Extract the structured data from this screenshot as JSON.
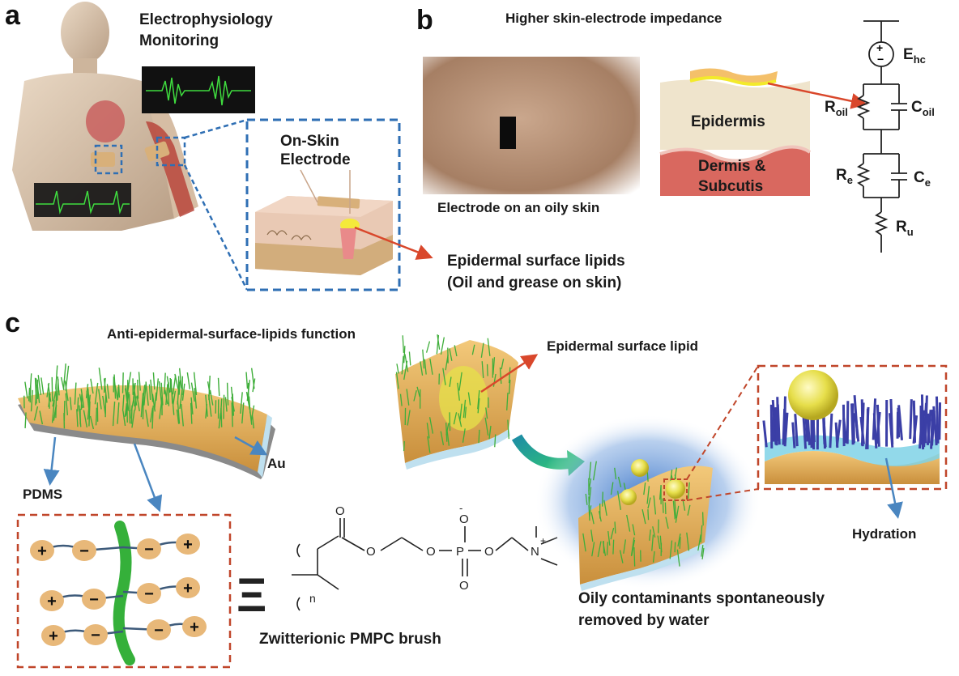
{
  "panels": {
    "a": {
      "letter": "a",
      "title_line1": "Electrophysiology",
      "title_line2": "Monitoring",
      "electrode_line1": "On-Skin",
      "electrode_line2": "Electrode",
      "lipids_line1": "Epidermal surface lipids",
      "lipids_line2": "(Oil and grease on skin)"
    },
    "b": {
      "letter": "b",
      "title": "Higher skin-electrode impedance",
      "photo_caption": "Electrode on an oily skin",
      "epidermis": "Epidermis",
      "dermis_line1": "Dermis &",
      "dermis_line2": "Subcutis",
      "circuit": {
        "source_main": "E",
        "source_sub": "hc",
        "r_oil_main": "R",
        "r_oil_sub": "oil",
        "c_oil_main": "C",
        "c_oil_sub": "oil",
        "r_e_main": "R",
        "r_e_sub": "e",
        "c_e_main": "C",
        "c_e_sub": "e",
        "r_u_main": "R",
        "r_u_sub": "u",
        "plus": "+",
        "minus": "−"
      }
    },
    "c": {
      "letter": "c",
      "title": "Anti-epidermal-surface-lipids function",
      "pdms": "PDMS",
      "au": "Au",
      "lipid_label": "Epidermal surface lipid",
      "hydration": "Hydration",
      "removed_line1": "Oily contaminants spontaneously",
      "removed_line2": "removed by water",
      "brush_caption": "Zwitterionic PMPC brush",
      "equiv": "Ξ",
      "charge_plus": "+",
      "charge_minus": "−",
      "chem": {
        "o_carbonyl": "O",
        "o_ester": "O",
        "o_link": "O",
        "p": "P",
        "o_top": "O",
        "o_minus": "-",
        "o_bottom": "O",
        "o_right": "O",
        "n": "N",
        "n_plus": "+",
        "sub_n": "n"
      }
    }
  },
  "colors": {
    "inset_blue": "#2f6fb4",
    "inset_red": "#c0462a",
    "arrow_red": "#d9472b",
    "arrow_blue": "#4a86c0",
    "brush_green": "#35b03a",
    "charge_fill": "#e8b879",
    "link_blue": "#3d5a7a",
    "epidermis": "#efe4cc",
    "dermis": "#d9685f"
  }
}
